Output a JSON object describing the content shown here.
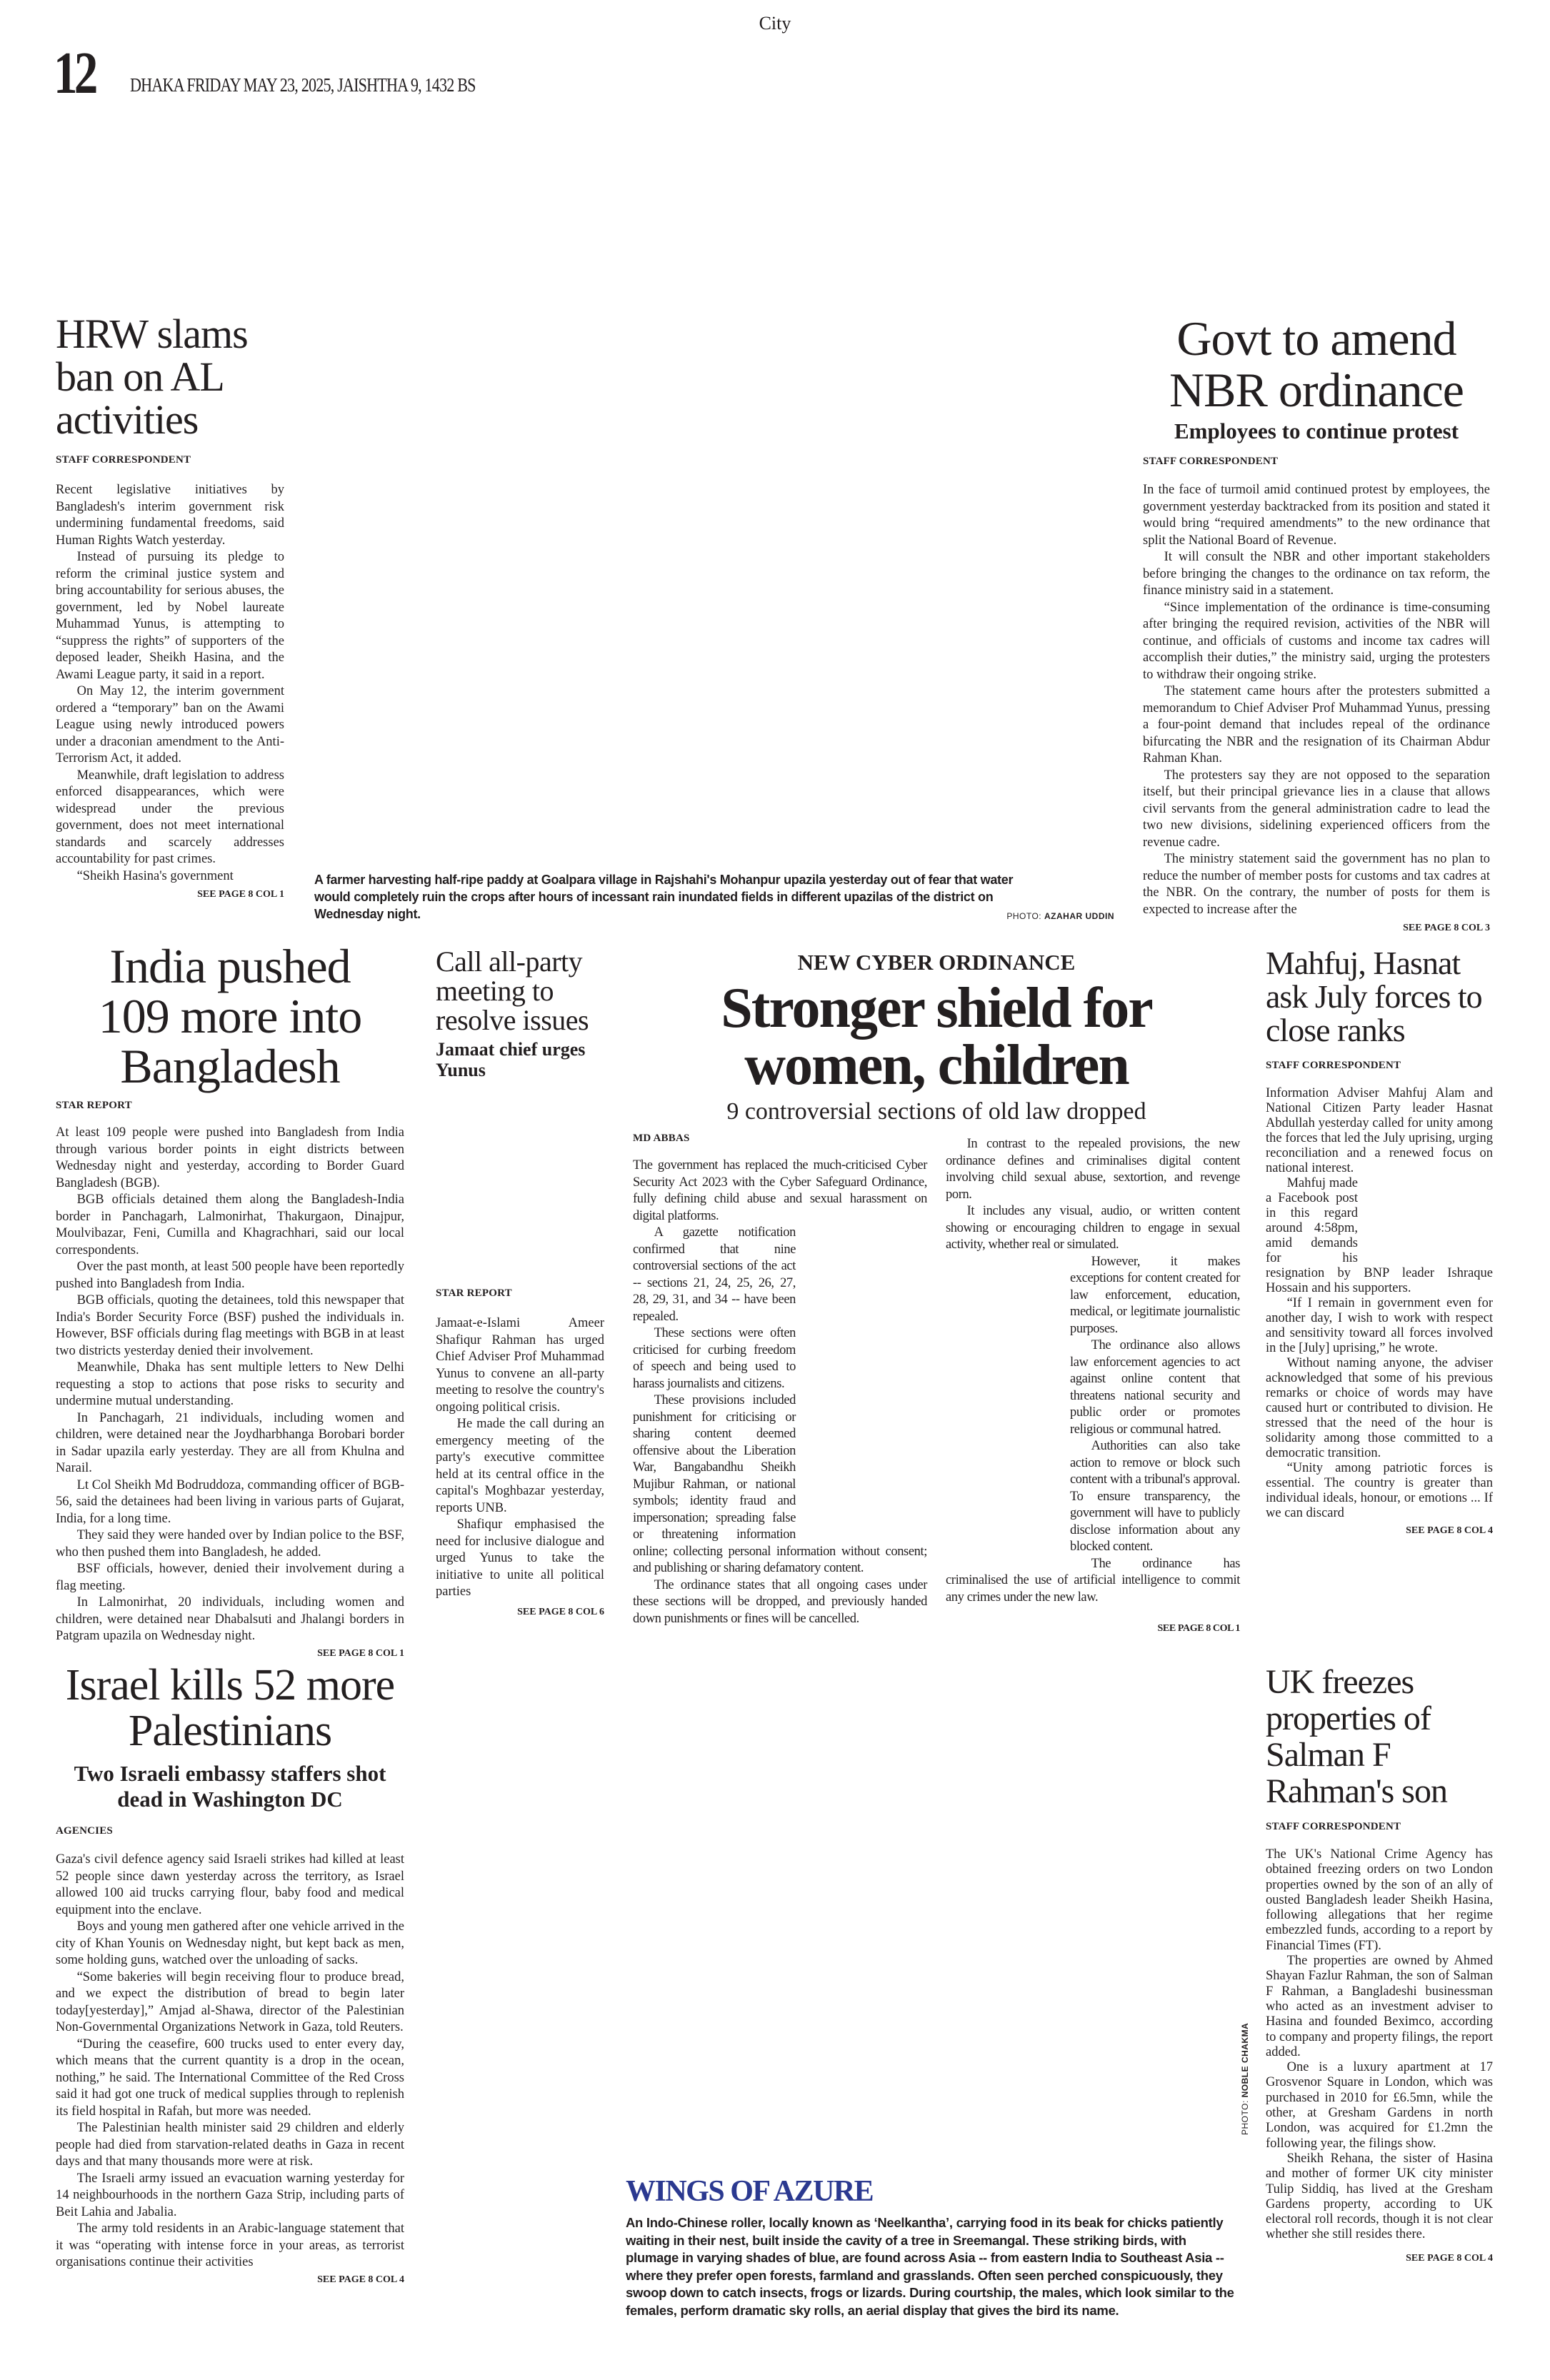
{
  "header": {
    "section": "City",
    "page_number": "12",
    "dateline": "DHAKA FRIDAY MAY 23, 2025, JAISHTHA 9, 1432 BS"
  },
  "hrw": {
    "headline": "HRW slams ban on AL activities",
    "byline": "STAFF CORRESPONDENT",
    "paragraphs": [
      "Recent legislative initiatives by Bangladesh's interim government risk undermining fundamental freedoms, said Human Rights Watch yesterday.",
      "Instead of pursuing its pledge to reform the criminal justice system and bring accountability for serious abuses, the government, led by Nobel laureate Muhammad Yunus, is attempting to “suppress the rights” of supporters of the deposed leader, Sheikh Hasina, and the Awami League party, it said in a report.",
      "On May 12, the interim government ordered a “temporary” ban on the Awami League using newly introduced powers under a draconian amendment to the Anti-Terrorism Act, it added.",
      "Meanwhile, draft legislation to address enforced disappearances, which were widespread under the previous government, does not meet international standards and scarcely addresses accountability for past crimes.",
      "“Sheikh Hasina's government"
    ],
    "see_page": "SEE PAGE 8 COL 1"
  },
  "nbr": {
    "headline": "Govt to amend NBR ordinance",
    "subhead": "Employees to continue protest",
    "byline": "STAFF CORRESPONDENT",
    "paragraphs": [
      "In the face of turmoil amid continued protest by employees, the government yesterday backtracked from its position and stated it would bring “required amendments” to the new ordinance that split the National Board of Revenue.",
      "It will consult the NBR and other important stakeholders before bringing the changes to the ordinance on tax reform, the finance ministry said in a statement.",
      "“Since implementation of the ordinance is time-consuming after bringing the required revision, activities of the NBR will continue, and officials of customs and income tax cadres will accomplish their duties,” the ministry said, urging the protesters to withdraw their ongoing strike.",
      "The statement came hours after the protesters submitted a memorandum to Chief Adviser Prof Muhammad Yunus, pressing a four-point demand that includes repeal of the ordinance bifurcating the NBR and the resignation of its Chairman Abdur Rahman Khan.",
      "The protesters say they are not opposed to the separation itself, but their principal grievance lies in a clause that allows civil servants from the general administration cadre to lead the two new divisions, sidelining experienced officers from the revenue cadre.",
      "The ministry statement said the government has no plan to reduce the number of member posts for customs and tax cadres at the NBR. On the contrary, the number of posts for them is expected to increase after the"
    ],
    "see_page": "SEE PAGE 8 COL 3"
  },
  "photo_top": {
    "caption": "A farmer harvesting half-ripe paddy at Goalpara village in Rajshahi's Mohanpur upazila yesterday out of fear that water would completely ruin the crops after hours of incessant rain inundated fields in different upazilas of the district on Wednesday night.",
    "credit_label": "PHOTO:",
    "credit_name": "AZAHAR UDDIN"
  },
  "india": {
    "headline": "India pushed 109 more into Bangladesh",
    "byline": "STAR REPORT",
    "paragraphs": [
      "At least 109 people were pushed into Bangladesh from India through various border points in eight districts between Wednesday night and yesterday, according to Border Guard Bangladesh (BGB).",
      "BGB officials detained them along the Bangladesh-India border in Panchagarh, Lalmonirhat, Thakurgaon, Dinajpur, Moulvibazar, Feni, Cumilla and Khagrachhari, said our local correspondents.",
      "Over the past month, at least 500 people have been reportedly pushed into Bangladesh from India.",
      "BGB officials, quoting the detainees, told this newspaper that India's Border Security Force (BSF) pushed the individuals in. However, BSF officials during flag meetings with BGB in at least two districts yesterday denied their involvement.",
      "Meanwhile, Dhaka has sent multiple letters to New Delhi requesting a stop to actions that pose risks to security and undermine mutual understanding.",
      "In Panchagarh, 21 individuals, including women and children, were detained near the Joydharbhanga Borobari border in Sadar upazila early yesterday. They are all from Khulna and Narail.",
      "Lt Col Sheikh Md Bodruddoza, commanding officer of BGB-56, said the detainees had been living in various parts of Gujarat, India, for a long time.",
      "They said they were handed over by Indian police to the BSF, who then pushed them into Bangladesh, he added.",
      "BSF officials, however, denied their involvement during a flag meeting.",
      "In Lalmonirhat, 20 individuals, including women and children, were detained near Dhabalsuti and Jhalangi borders in Patgram upazila on Wednesday night."
    ],
    "see_page": "SEE PAGE 8 COL 1"
  },
  "allparty": {
    "headline": "Call all-party meeting to resolve issues",
    "subhead": "Jamaat chief urges Yunus",
    "byline": "STAR REPORT",
    "paragraphs": [
      "Jamaat-e-Islami Ameer Shafiqur Rahman has urged Chief Adviser Prof Muhammad Yunus to convene an all-party meeting to resolve the country's ongoing political crisis.",
      "He made the call during an emergency meeting of the party's executive committee held at its central office in the capital's Moghbazar yesterday, reports UNB.",
      "Shafiqur emphasised the need for inclusive dialogue and urged Yunus to take the initiative to unite all political parties"
    ],
    "see_page": "SEE PAGE 8 COL 6"
  },
  "cyber": {
    "kicker": "NEW CYBER ORDINANCE",
    "headline": "Stronger shield for women, children",
    "subhead": "9 controversial sections of old law dropped",
    "byline": "MD ABBAS",
    "paragraphs": [
      "The government has replaced the much-criticised Cyber Security Act 2023 with the Cyber Safeguard Ordinance, fully defining child abuse and sexual harassment on digital platforms.",
      "A gazette notification confirmed that nine controversial sections of the act -- sections 21, 24, 25, 26, 27, 28, 29, 31, and 34 -- have been repealed.",
      "These sections were often criticised for curbing freedom of speech and being used to harass journalists and citizens.",
      "These provisions included punishment for criticising or sharing content deemed offensive about the Liberation War, Bangabandhu Sheikh Mujibur Rahman, or national symbols; identity fraud and impersonation; spreading false or threatening information online; collecting personal information without consent; and publishing or sharing defamatory content.",
      "The ordinance states that all ongoing cases under these sections will be dropped, and previously handed down punishments or fines will be cancelled.",
      "In contrast to the repealed provisions, the new ordinance defines and criminalises digital content involving child sexual abuse, sextortion, and revenge porn.",
      "It includes any visual, audio, or written content showing or encouraging children to engage in sexual activity, whether real or simulated.",
      "However, it makes exceptions for content created for law enforcement, education, medical, or legitimate journalistic purposes.",
      "The ordinance also allows law enforcement agencies to act against online content that threatens national security and public order or promotes religious or communal hatred.",
      "Authorities can also take action to remove or block such content with a tribunal's approval. To ensure transparency, the government will have to publicly disclose information about any blocked content.",
      "The ordinance has criminalised the use of artificial intelligence to commit any crimes under the new law."
    ],
    "see_page": "SEE PAGE 8 COL 1"
  },
  "mahfuj": {
    "headline": "Mahfuj, Hasnat ask July forces to close ranks",
    "byline": "STAFF CORRESPONDENT",
    "paragraphs": [
      "Information Adviser Mahfuj Alam and National Citizen Party leader Hasnat Abdullah yesterday called for unity among the forces that led the July uprising, urging reconciliation and a renewed focus on national interest.",
      "Mahfuj made a Facebook post in this regard around 4:58pm, amid demands for his resignation by BNP leader Ishraque Hossain and his supporters.",
      "“If I remain in government even for another day, I wish to work with respect and sensitivity toward all forces involved in the [July] uprising,” he wrote.",
      "Without naming anyone, the adviser acknowledged that some of his previous remarks or choice of words may have caused hurt or contributed to division. He stressed that the need of the hour is solidarity among those committed to a democratic transition.",
      "“Unity among patriotic forces is essential. The country is greater than individual ideals, honour, or emotions ... If we can discard"
    ],
    "see_page": "SEE PAGE 8 COL 4"
  },
  "israel": {
    "headline": "Israel kills 52 more Palestinians",
    "subhead": "Two Israeli embassy staffers shot dead in Washington DC",
    "byline": "AGENCIES",
    "paragraphs": [
      "Gaza's civil defence agency said Israeli strikes had killed at least 52 people since dawn yesterday across the territory, as Israel allowed 100 aid trucks carrying flour, baby food and medical equipment into the enclave.",
      "Boys and young men gathered after one vehicle arrived in the city of Khan Younis on Wednesday night, but kept back as men, some holding guns, watched over the unloading of sacks.",
      "“Some bakeries will begin receiving flour to produce bread, and we expect the distribution of bread to begin later today[yesterday],” Amjad al-Shawa, director of the Palestinian Non-Governmental Organizations Network in Gaza, told Reuters.",
      "“During the ceasefire, 600 trucks used to enter every day, which means that the current quantity is a drop in the ocean, nothing,” he said. The International Committee of the Red Cross said it had got one truck of medical supplies through to replenish its field hospital in Rafah, but more was needed.",
      "The Palestinian health minister said 29 children and elderly people had died from starvation-related deaths in Gaza in recent days and that many thousands more were at risk.",
      "The Israeli army issued an evacuation warning yesterday for 14 neighbourhoods in the northern Gaza Strip, including parts of Beit Lahia and Jabalia.",
      "The army told residents in an Arabic-language statement that it was “operating with intense force in your areas, as terrorist organisations continue their activities"
    ],
    "see_page": "SEE PAGE 8 COL 4"
  },
  "wings": {
    "title": "WINGS OF AZURE",
    "title_color": "#2b3990",
    "caption": "An Indo-Chinese roller, locally known as ‘Neelkantha’, carrying food in its beak for chicks patiently waiting in their nest, built inside the cavity of a tree in Sreemangal. These striking birds, with plumage in varying shades of blue, are found across Asia -- from eastern India to Southeast Asia -- where they prefer open forests, farmland and grasslands. Often seen perched conspicuously, they swoop down to catch insects, frogs or lizards. During courtship, the males, which look similar to the females, perform dramatic sky rolls, an aerial display that gives the bird its name.",
    "credit_label": "PHOTO:",
    "credit_name": "NOBLE CHAKMA"
  },
  "uk": {
    "headline": "UK freezes properties of Salman F Rahman's son",
    "byline": "STAFF CORRESPONDENT",
    "paragraphs": [
      "The UK's National Crime Agency has obtained freezing orders on two London properties owned by the son of an ally of ousted Bangladesh leader Sheikh Hasina, following allegations that her regime embezzled funds, according to a report by Financial Times (FT).",
      "The properties are owned by Ahmed Shayan Fazlur Rahman, the son of Salman F Rahman, a Bangladeshi businessman who acted as an investment adviser to Hasina and founded Beximco, according to company and property filings, the report added.",
      "One is a luxury apartment at 17 Grosvenor Square in London, which was purchased in 2010 for £6.5mn, while the other, at Gresham Gardens in north London, was acquired for £1.2mn the following year, the filings show.",
      "Sheikh Rehana, the sister of Hasina and mother of former UK city minister Tulip Siddiq, has lived at the Gresham Gardens property, according to UK electoral roll records, though it is not clear whether she still resides there."
    ],
    "see_page": "SEE PAGE 8 COL 4"
  }
}
